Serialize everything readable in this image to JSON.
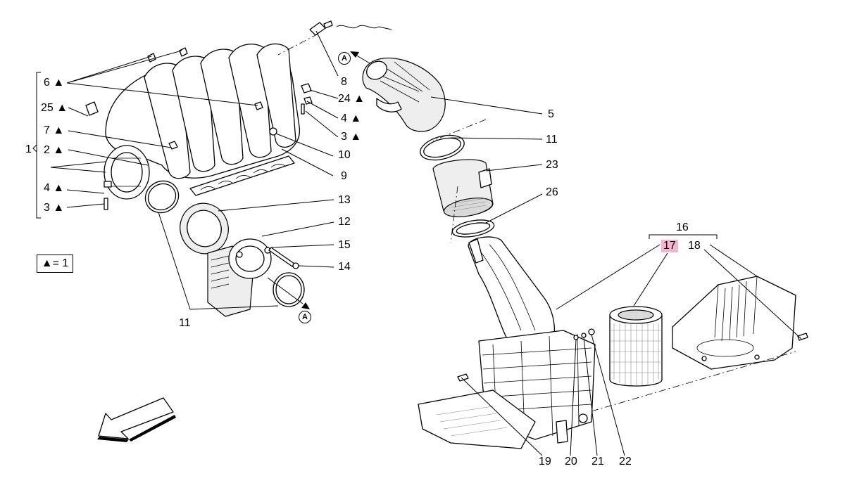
{
  "diagram": {
    "legend_text": "▲= 1",
    "ref_marker": "A",
    "highlight_color": "#f5b4cf",
    "labels": {
      "l1": "1",
      "l6": "6 ▲",
      "l25": "25 ▲",
      "l7": "7 ▲",
      "l2": "2 ▲",
      "l4a": "4 ▲",
      "l3a": "3 ▲",
      "l8": "8",
      "l24": "24 ▲",
      "l4b": "4 ▲",
      "l3b": "3 ▲",
      "l10": "10",
      "l9": "9",
      "l13": "13",
      "l12": "12",
      "l15": "15",
      "l14": "14",
      "l11a": "11",
      "l5": "5",
      "l11b": "11",
      "l23": "23",
      "l26": "26",
      "l16": "16",
      "l17": "17",
      "l18": "18",
      "l19": "19",
      "l20": "20",
      "l21": "21",
      "l22": "22"
    }
  }
}
